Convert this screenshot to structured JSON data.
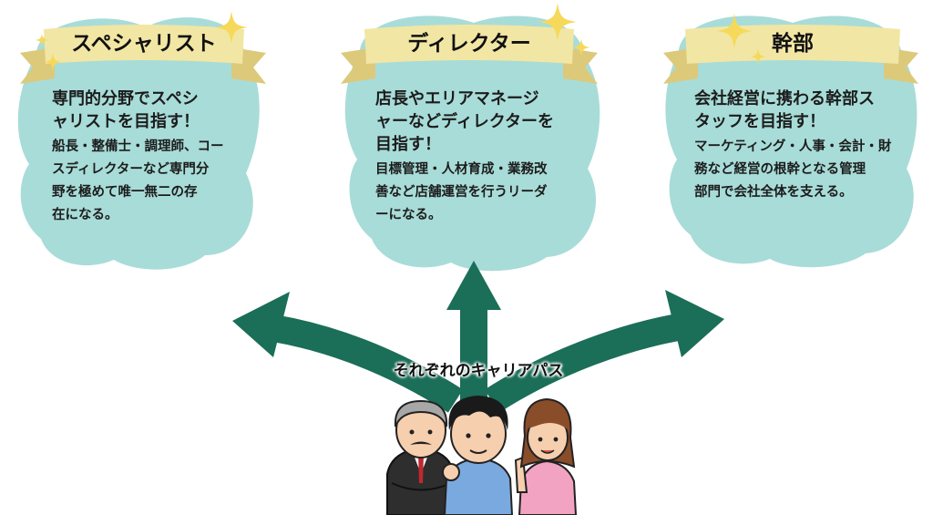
{
  "colors": {
    "cloud": "#a8dcd8",
    "banner": "#f2e6a4",
    "banner_fold": "#dcc97a",
    "arrow": "#1b6e58",
    "sparkle": "#f6d95a"
  },
  "cards": [
    {
      "title": "スペシャリスト",
      "lead": [
        "専門的分野でスペシ",
        "ャリストを目指す！"
      ],
      "detail": [
        "船長・整備士・調理師、コー",
        "スディレクターなど専門分",
        "野を極めて唯一無二の存",
        "在になる。"
      ]
    },
    {
      "title": "ディレクター",
      "lead": [
        "店長やエリアマネージ",
        "ャーなどディレクターを",
        "目指す！"
      ],
      "detail": [
        "目標管理・人材育成・業務改",
        "善など店舗運営を行うリーダ",
        "ーになる。"
      ]
    },
    {
      "title": "幹部",
      "lead": [
        "会社経営に携わる幹部ス",
        "タッフを目指す！"
      ],
      "detail": [
        "マーケティング・人事・会計・財",
        "務など経営の根幹となる管理",
        "部門で会社全体を支える。"
      ]
    }
  ],
  "center_label": "それぞれのキャリアパス"
}
